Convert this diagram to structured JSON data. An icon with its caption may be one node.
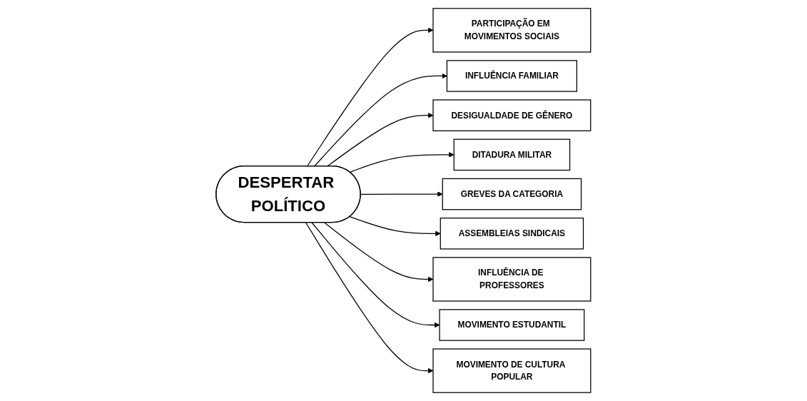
{
  "diagram": {
    "nodes": [
      {
        "text": [
          "DESPERTAR POLÍTICO"
        ]
      },
      {
        "text": [
          "PARTICIPAÇÃO EM MOVIMENTOS SOCIAIS"
        ]
      },
      {
        "text": [
          "INFLUÊNCIA FAMILIAR"
        ]
      },
      {
        "text": [
          "DESIGUALDADE DE GÊNERO"
        ]
      },
      {
        "text": [
          "DITADURA MILITAR"
        ]
      },
      {
        "text": [
          "GREVES DA CATEGORIA"
        ]
      },
      {
        "text": [
          "ASSEMBLEIAS SINDICAIS"
        ]
      },
      {
        "text": [
          "INFLUÊNCIA DE PROFESSORES"
        ]
      },
      {
        "text": [
          "MOVIMENTO ESTUDANTIL"
        ]
      },
      {
        "text": [
          "MOVIMENTO DE CULTURA POPULAR"
        ]
      }
    ],
    "edges": [
      {
        "from": 0,
        "to": 1,
        "arrow": "to"
      },
      {
        "from": 0,
        "to": 2,
        "arrow": "to"
      },
      {
        "from": 0,
        "to": 3,
        "arrow": "to"
      },
      {
        "from": 0,
        "to": 4,
        "arrow": "to"
      },
      {
        "from": 0,
        "to": 5,
        "arrow": "to"
      },
      {
        "from": 0,
        "to": 6,
        "arrow": "to"
      },
      {
        "from": 0,
        "to": 7,
        "arrow": "to"
      },
      {
        "from": 0,
        "to": 8,
        "arrow": "to"
      },
      {
        "from": 0,
        "to": 9,
        "arrow": "to"
      }
    ]
  }
}
